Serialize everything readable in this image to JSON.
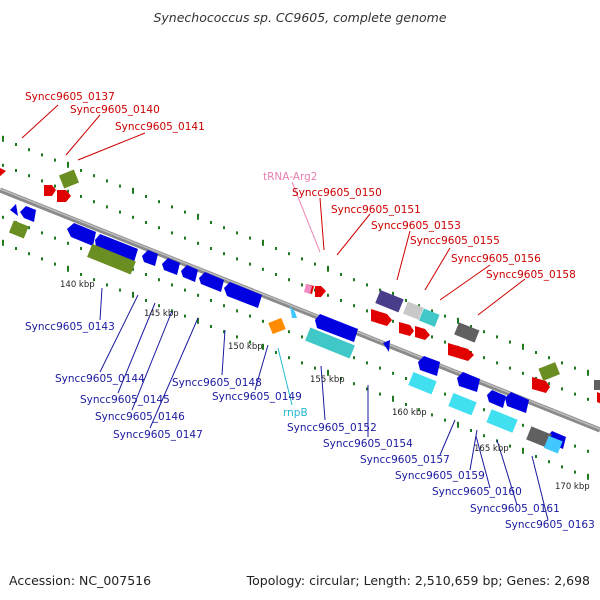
{
  "title": "Synechococcus sp. CC9605, complete genome",
  "footer": {
    "accession": "Accession: NC_007516",
    "summary": "Topology: circular; Length: 2,510,659 bp; Genes: 2,698"
  },
  "colors": {
    "forward_label": "#cc0000",
    "reverse_label": "#1a1aa0",
    "trna_label": "#e87fb0",
    "ncrna_label": "#22b8d0",
    "backbone": "#8a8a8a",
    "tick_mark": "#1f7a1f"
  },
  "scale_ticks": [
    "140 kbp",
    "145 kbp",
    "150 kbp",
    "155 kbp",
    "160 kbp",
    "165 kbp",
    "170 kbp"
  ],
  "forward_labels": [
    "Syncc9605_0137",
    "Syncc9605_0140",
    "Syncc9605_0141",
    "Syncc9605_0150",
    "Syncc9605_0151",
    "Syncc9605_0153",
    "Syncc9605_0155",
    "Syncc9605_0156",
    "Syncc9605_0158"
  ],
  "trna_label": "tRNA-Arg2",
  "reverse_labels": [
    "Syncc9605_0143",
    "Syncc9605_0144",
    "Syncc9605_0145",
    "Syncc9605_0146",
    "Syncc9605_0147",
    "Syncc9605_0148",
    "Syncc9605_0149",
    "Syncc9605_0152",
    "Syncc9605_0154",
    "Syncc9605_0157",
    "Syncc9605_0159",
    "Syncc9605_0160",
    "Syncc9605_0161",
    "Syncc9605_0163"
  ],
  "ncrna_label": "rnpB"
}
